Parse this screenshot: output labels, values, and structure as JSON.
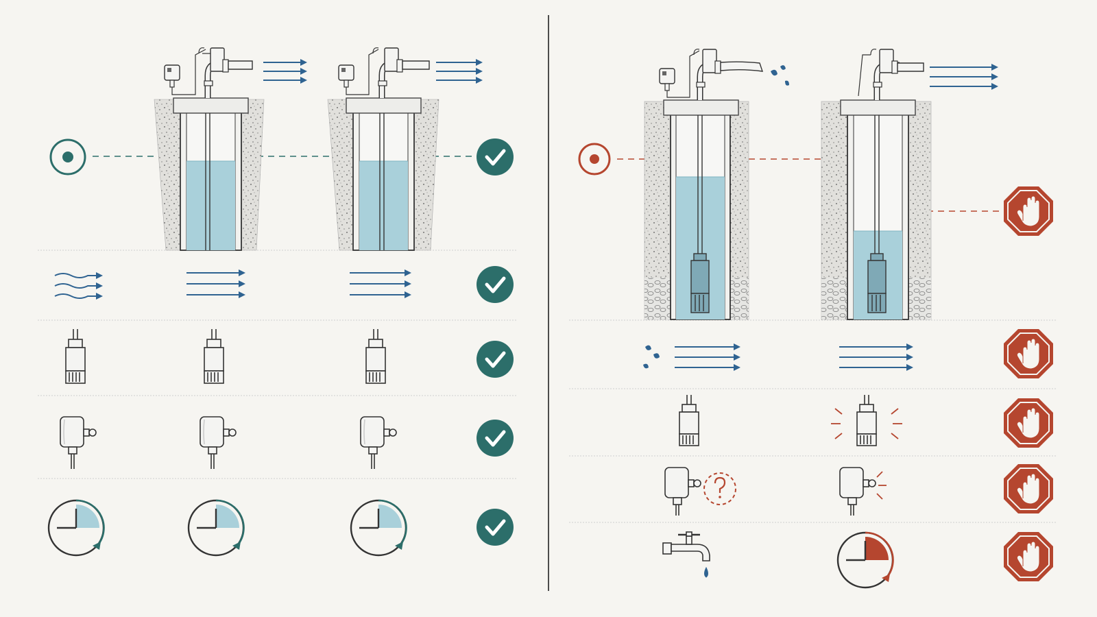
{
  "colors": {
    "background": "#f6f5f1",
    "ok_teal": "#2c6e6a",
    "warn_red": "#b5462f",
    "flow_blue": "#2f6391",
    "water": "#a9d0da",
    "line_dark": "#3a3a3a",
    "gravel": "#e1e0dc",
    "divider": "#cfcfcf"
  },
  "left_panel": {
    "role": "normal-operation",
    "reference_level_icon": "target-icon",
    "wells": [
      {
        "water_level": "at-reference",
        "outflow": "steady-flow-icon"
      },
      {
        "water_level": "at-reference",
        "outflow": "steady-flow-icon"
      }
    ],
    "rows": [
      {
        "row": "water-level",
        "cells": [
          "target-icon"
        ],
        "status": "check-icon"
      },
      {
        "row": "flow",
        "cells": [
          "wavy-flow-icon",
          "straight-flow-icon",
          "straight-flow-icon"
        ],
        "status": "check-icon"
      },
      {
        "row": "pump",
        "cells": [
          "pump-icon",
          "pump-icon",
          "pump-icon"
        ],
        "status": "check-icon"
      },
      {
        "row": "pressure-switch",
        "cells": [
          "pressure-switch-icon",
          "pressure-switch-icon",
          "pressure-switch-icon"
        ],
        "status": "check-icon"
      },
      {
        "row": "run-time",
        "cells": [
          "timer-quarter-icon",
          "timer-quarter-icon",
          "timer-quarter-icon"
        ],
        "status": "check-icon"
      }
    ]
  },
  "right_panel": {
    "role": "fault-conditions",
    "reference_level_icon": "target-icon",
    "wells": [
      {
        "water_level": "below-reference",
        "outflow": "sputtering-flow-icon"
      },
      {
        "water_level": "far-below-reference",
        "outflow": "steady-flow-icon"
      }
    ],
    "rows": [
      {
        "row": "water-level",
        "cells": [
          "target-icon"
        ],
        "status": "stop-hand-icon"
      },
      {
        "row": "flow",
        "cells": [
          "sputtering-flow-icon",
          "straight-flow-icon"
        ],
        "status": "stop-hand-icon"
      },
      {
        "row": "pump",
        "cells": [
          "pump-icon",
          "pump-vibrating-icon"
        ],
        "status": "stop-hand-icon"
      },
      {
        "row": "pressure-switch",
        "cells": [
          "pressure-switch-unknown-icon",
          "pressure-switch-chattering-icon"
        ],
        "status": "stop-hand-icon"
      },
      {
        "row": "run-time",
        "cells": [
          "dripping-faucet-icon",
          "timer-quarter-red-icon"
        ],
        "status": "stop-hand-icon"
      }
    ]
  }
}
